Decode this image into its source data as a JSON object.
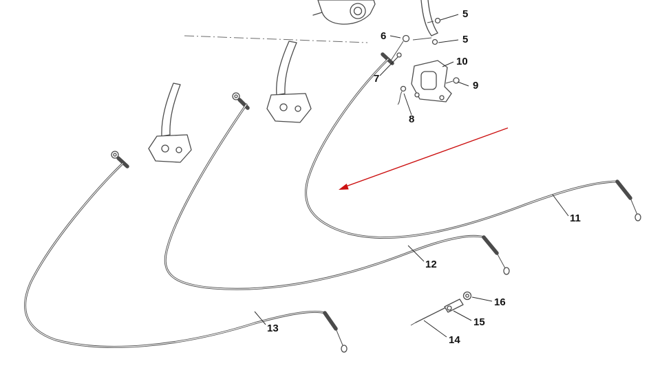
{
  "diagram": {
    "colors": {
      "line": "#4b4b4b",
      "label_text": "#111111",
      "arrow": "#cc1111",
      "background": "#ffffff"
    },
    "labels": {
      "l5a": "5",
      "l5b": "5",
      "l6": "6",
      "l7": "7",
      "l8": "8",
      "l9": "9",
      "l10": "10",
      "l11": "11",
      "l12": "12",
      "l13": "13",
      "l14": "14",
      "l15": "15",
      "l16": "16"
    }
  }
}
